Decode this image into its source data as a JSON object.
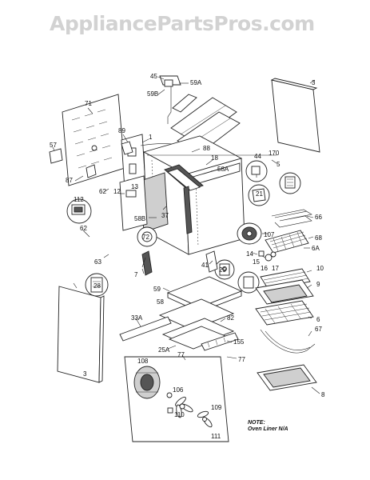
{
  "watermark": "AppliancePartsPros.com",
  "note": {
    "line1": "NOTE:",
    "line2": "Oven Liner N/A"
  },
  "callouts": {
    "c45": "45",
    "c59A": "59A",
    "c59B": "59B",
    "c3top": "3",
    "c71": "71",
    "c57": "57",
    "c89": "89",
    "c1": "1",
    "c88": "88",
    "c87": "87",
    "c18": "18",
    "c58A": "58A",
    "c170": "170",
    "c5": "5",
    "c44": "44",
    "c13": "13",
    "c62top": "62",
    "c112": "112",
    "c12": "12",
    "c21": "21",
    "c37": "37",
    "c58B": "58B",
    "c62": "62",
    "c66": "66",
    "c72": "72",
    "c107": "107",
    "c68": "68",
    "c6A": "6A",
    "c63": "63",
    "c14": "14",
    "c41": "41",
    "c15": "15",
    "c16": "16",
    "c17": "17",
    "c7": "7",
    "c29": "29",
    "c10": "10",
    "c28": "28",
    "c59": "59",
    "c9": "9",
    "c58": "58",
    "c6": "6",
    "c33A": "33A",
    "c82": "82",
    "c67": "67",
    "c155": "155",
    "c25A": "25A",
    "c3bot": "3",
    "c77a": "77",
    "c77b": "77",
    "c108": "108",
    "c106": "106",
    "c8": "8",
    "c110": "110",
    "c109": "109",
    "c111": "111"
  }
}
